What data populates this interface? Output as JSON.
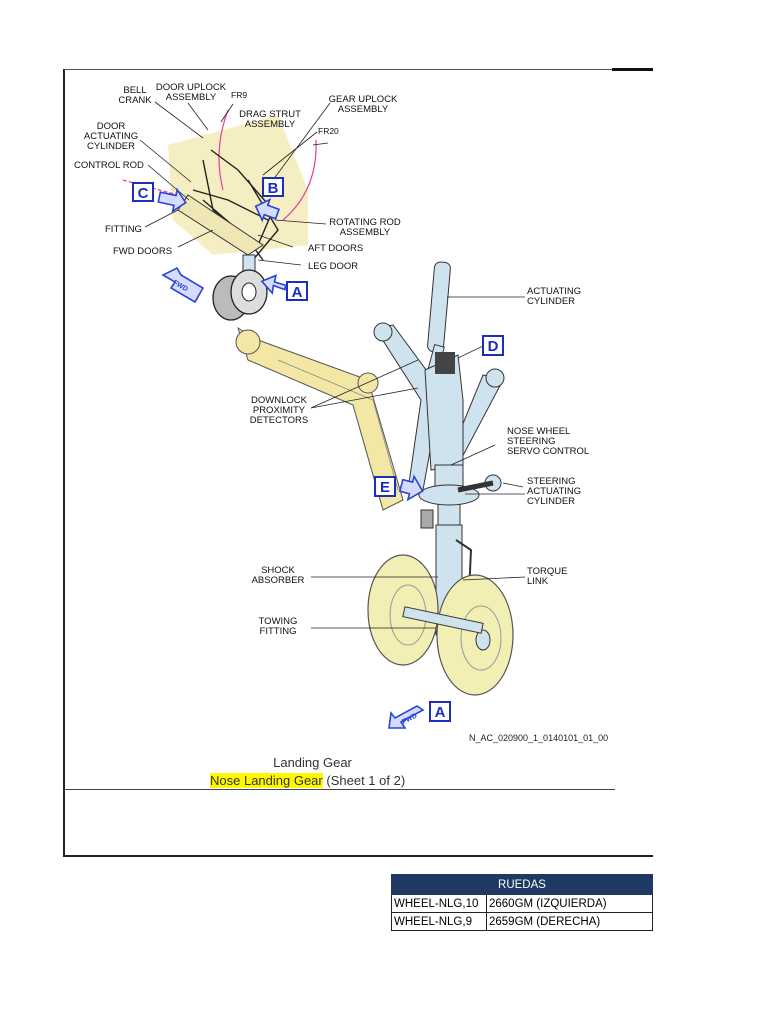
{
  "diagram": {
    "labels": {
      "bell_crank": [
        "BELL",
        "CRANK"
      ],
      "door_uplock": [
        "DOOR UPLOCK",
        "ASSEMBLY"
      ],
      "fr9": "FR9",
      "gear_uplock": [
        "GEAR UPLOCK",
        "ASSEMBLY"
      ],
      "drag_strut": [
        "DRAG STRUT",
        "ASSEMBLY"
      ],
      "fr20": "FR20",
      "door_actuating": [
        "DOOR",
        "ACTUATING",
        "CYLINDER"
      ],
      "control_rod": "CONTROL ROD",
      "fitting": "FITTING",
      "rotating_rod": [
        "ROTATING ROD",
        "ASSEMBLY"
      ],
      "fwd_doors": "FWD DOORS",
      "aft_doors": "AFT DOORS",
      "leg_door": "LEG DOOR",
      "actuating_cylinder": [
        "ACTUATING",
        "CYLINDER"
      ],
      "downlock": [
        "DOWNLOCK",
        "PROXIMITY",
        "DETECTORS"
      ],
      "nose_wheel_steering": [
        "NOSE WHEEL",
        "STEERING",
        "SERVO CONTROL"
      ],
      "steering_actuating": [
        "STEERING",
        "ACTUATING",
        "CYLINDER"
      ],
      "shock_absorber": [
        "SHOCK",
        "ABSORBER"
      ],
      "torque_link": [
        "TORQUE",
        "LINK"
      ],
      "towing_fitting": [
        "TOWING",
        "FITTING"
      ]
    },
    "detail_boxes": {
      "a": "A",
      "b": "B",
      "c": "C",
      "d": "D",
      "e": "E"
    },
    "fwd": "FWD",
    "doc_id": "N_AC_020900_1_0140101_01_00",
    "colors": {
      "box_blue": "#1c2ebc",
      "structure_yellow": "#f3e7a6",
      "tire_yellow": "#f2efb4",
      "leg_blue": "#cfe3ef",
      "fr_magenta": "#e0409e"
    }
  },
  "caption": {
    "title": "Landing Gear",
    "highlight": "Nose Landing Gear",
    "sheet": "(Sheet 1 of 2)"
  },
  "table": {
    "header": "RUEDAS",
    "rows": [
      {
        "part": "WHEEL-NLG,10",
        "value": "2660GM  (IZQUIERDA)"
      },
      {
        "part": "WHEEL-NLG,9",
        "value": "2659GM    (DERECHA)"
      }
    ]
  }
}
